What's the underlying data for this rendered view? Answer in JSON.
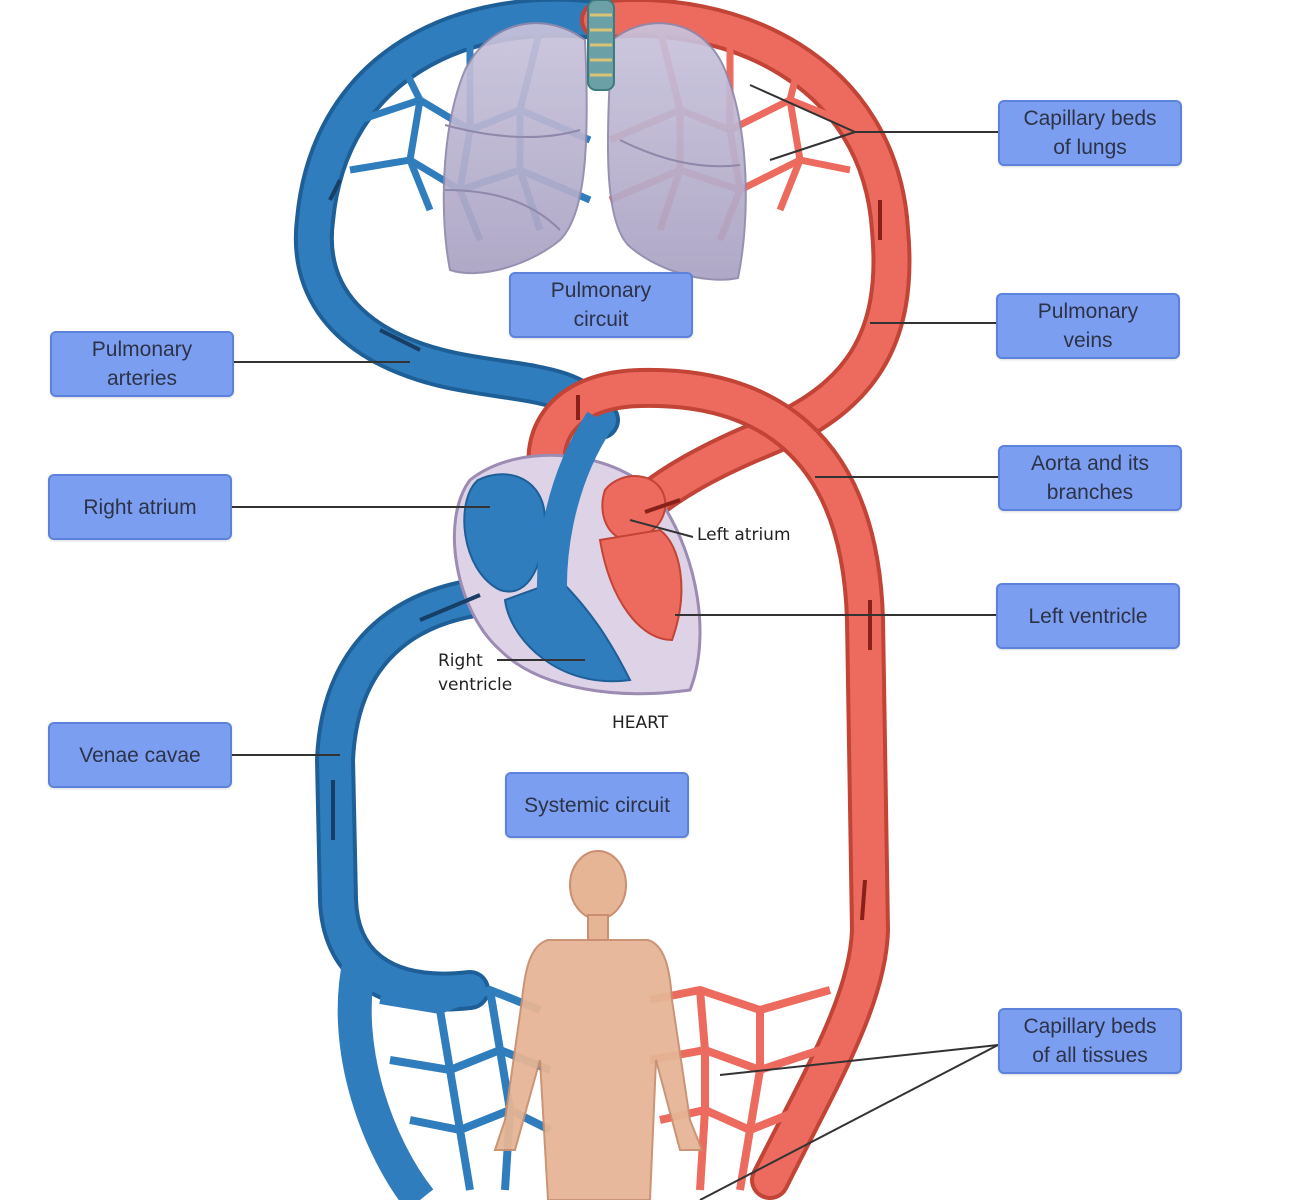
{
  "labels": {
    "capillary_beds_lungs": "Capillary beds\nof lungs",
    "pulmonary_circuit": "Pulmonary\ncircuit",
    "pulmonary_veins": "Pulmonary\nveins",
    "pulmonary_arteries": "Pulmonary\narteries",
    "aorta": "Aorta and its\nbranches",
    "right_atrium": "Right atrium",
    "left_ventricle": "Left ventricle",
    "venae_cavae": "Venae cavae",
    "systemic_circuit": "Systemic circuit",
    "capillary_beds_tissues": "Capillary beds\nof all tissues"
  },
  "annotations": {
    "left_atrium": "Left atrium",
    "right_ventricle": "Right\nventricle",
    "heart": "HEART"
  },
  "colors": {
    "deoxygenated": "#2f7dbd",
    "oxygenated": "#ec6a5e",
    "label_fill": "#7c9ef0",
    "lung": "#b8b3cf",
    "body": "#e6b596"
  }
}
